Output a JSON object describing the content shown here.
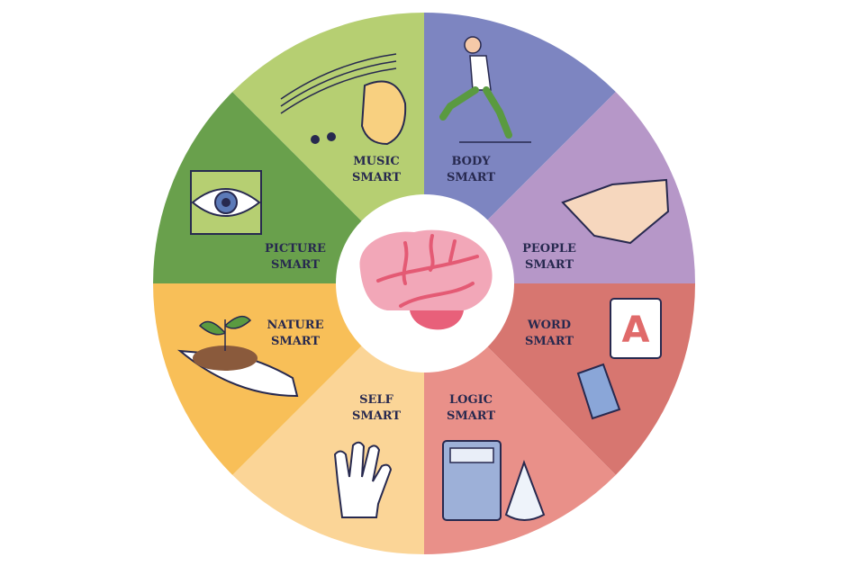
{
  "center": {
    "icon": "brain-icon",
    "color": "#f2a7b8",
    "line_color": "#e45a74"
  },
  "segments": [
    {
      "id": "body",
      "line1": "BODY",
      "line2": "SMART",
      "color": "#7d85c1",
      "icon": "running-person-icon"
    },
    {
      "id": "people",
      "line1": "PEOPLE",
      "line2": "SMART",
      "color": "#b697c8",
      "icon": "handshake-icon"
    },
    {
      "id": "word",
      "line1": "WORD",
      "line2": "SMART",
      "color": "#d77670",
      "icon": "letter-book-icon"
    },
    {
      "id": "logic",
      "line1": "LOGIC",
      "line2": "SMART",
      "color": "#e99089",
      "icon": "calculator-cone-icon"
    },
    {
      "id": "self",
      "line1": "SELF",
      "line2": "SMART",
      "color": "#fbd597",
      "icon": "hand-icon"
    },
    {
      "id": "nature",
      "line1": "NATURE",
      "line2": "SMART",
      "color": "#f8bf58",
      "icon": "plant-in-hand-icon"
    },
    {
      "id": "picture",
      "line1": "PICTURE",
      "line2": "SMART",
      "color": "#69a04c",
      "icon": "eye-puzzle-icon"
    },
    {
      "id": "music",
      "line1": "MUSIC",
      "line2": "SMART",
      "color": "#b6cf72",
      "icon": "music-ear-icon"
    }
  ],
  "word_icon_letter": "A"
}
